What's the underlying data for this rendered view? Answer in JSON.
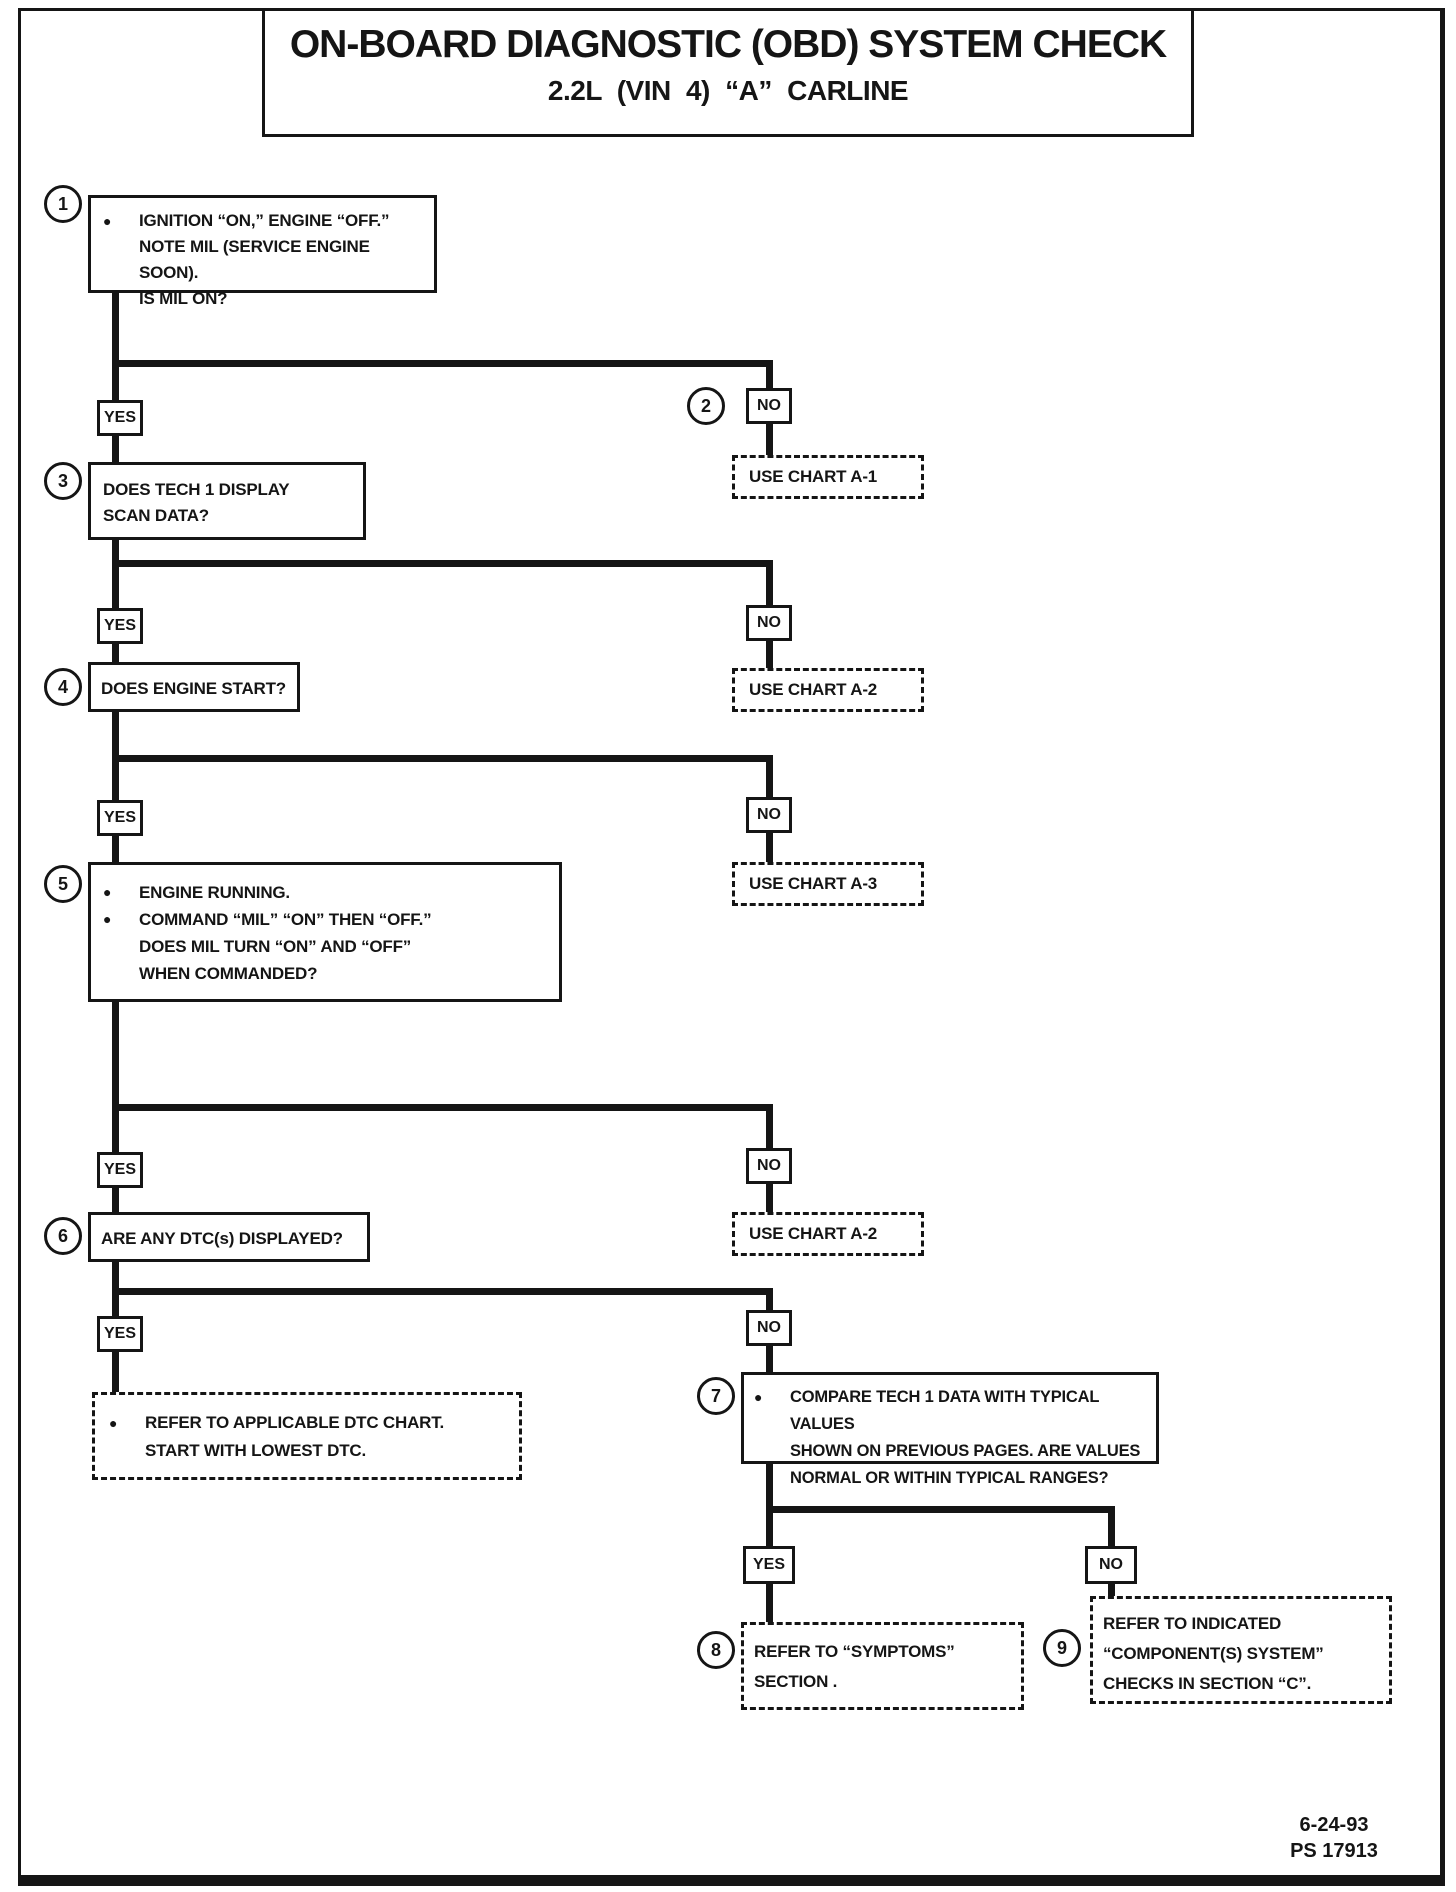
{
  "page": {
    "bg": "#ffffff",
    "ink": "#151515",
    "title_line1": "ON-BOARD DIAGNOSTIC (OBD) SYSTEM CHECK",
    "title_line2": "2.2L (VIN 4) “A” CARLINE",
    "footer_date": "6-24-93",
    "footer_doc": "PS 17913",
    "bullet": "●"
  },
  "labels": {
    "yes": "YES",
    "no": "NO"
  },
  "steps": {
    "s1": {
      "num": "1",
      "lines": [
        "IGNITION “ON,” ENGINE “OFF.”",
        "NOTE MIL (SERVICE ENGINE SOON).",
        "IS MIL ON?"
      ]
    },
    "s2": {
      "num": "2"
    },
    "s3": {
      "num": "3",
      "lines": [
        "DOES TECH 1 DISPLAY",
        "SCAN DATA?"
      ]
    },
    "s4": {
      "num": "4",
      "line": "DOES ENGINE START?"
    },
    "s5": {
      "num": "5",
      "lines": [
        "ENGINE RUNNING.",
        "COMMAND “MIL” “ON” THEN “OFF.”",
        "DOES MIL TURN “ON” AND “OFF”",
        "WHEN COMMANDED?"
      ]
    },
    "s6": {
      "num": "6",
      "line": "ARE ANY DTC(s) DISPLAYED?"
    },
    "s7": {
      "num": "7",
      "lines": [
        "COMPARE TECH 1 DATA WITH TYPICAL VALUES",
        "SHOWN ON PREVIOUS PAGES.  ARE VALUES",
        "NORMAL OR WITHIN TYPICAL RANGES?"
      ]
    },
    "s8": {
      "num": "8",
      "lines": [
        "REFER TO “SYMPTOMS”",
        "SECTION ."
      ]
    },
    "s9": {
      "num": "9",
      "lines": [
        "REFER TO INDICATED",
        "“COMPONENT(S) SYSTEM”",
        "CHECKS IN SECTION “C”."
      ]
    }
  },
  "outcomes": {
    "chart_a1": "USE CHART A-1",
    "chart_a2": "USE CHART A-2",
    "chart_a3": "USE CHART A-3",
    "chart_a2_again": "USE CHART A-2",
    "dtc_lines": [
      "REFER TO APPLICABLE DTC CHART.",
      "START WITH LOWEST DTC."
    ]
  }
}
